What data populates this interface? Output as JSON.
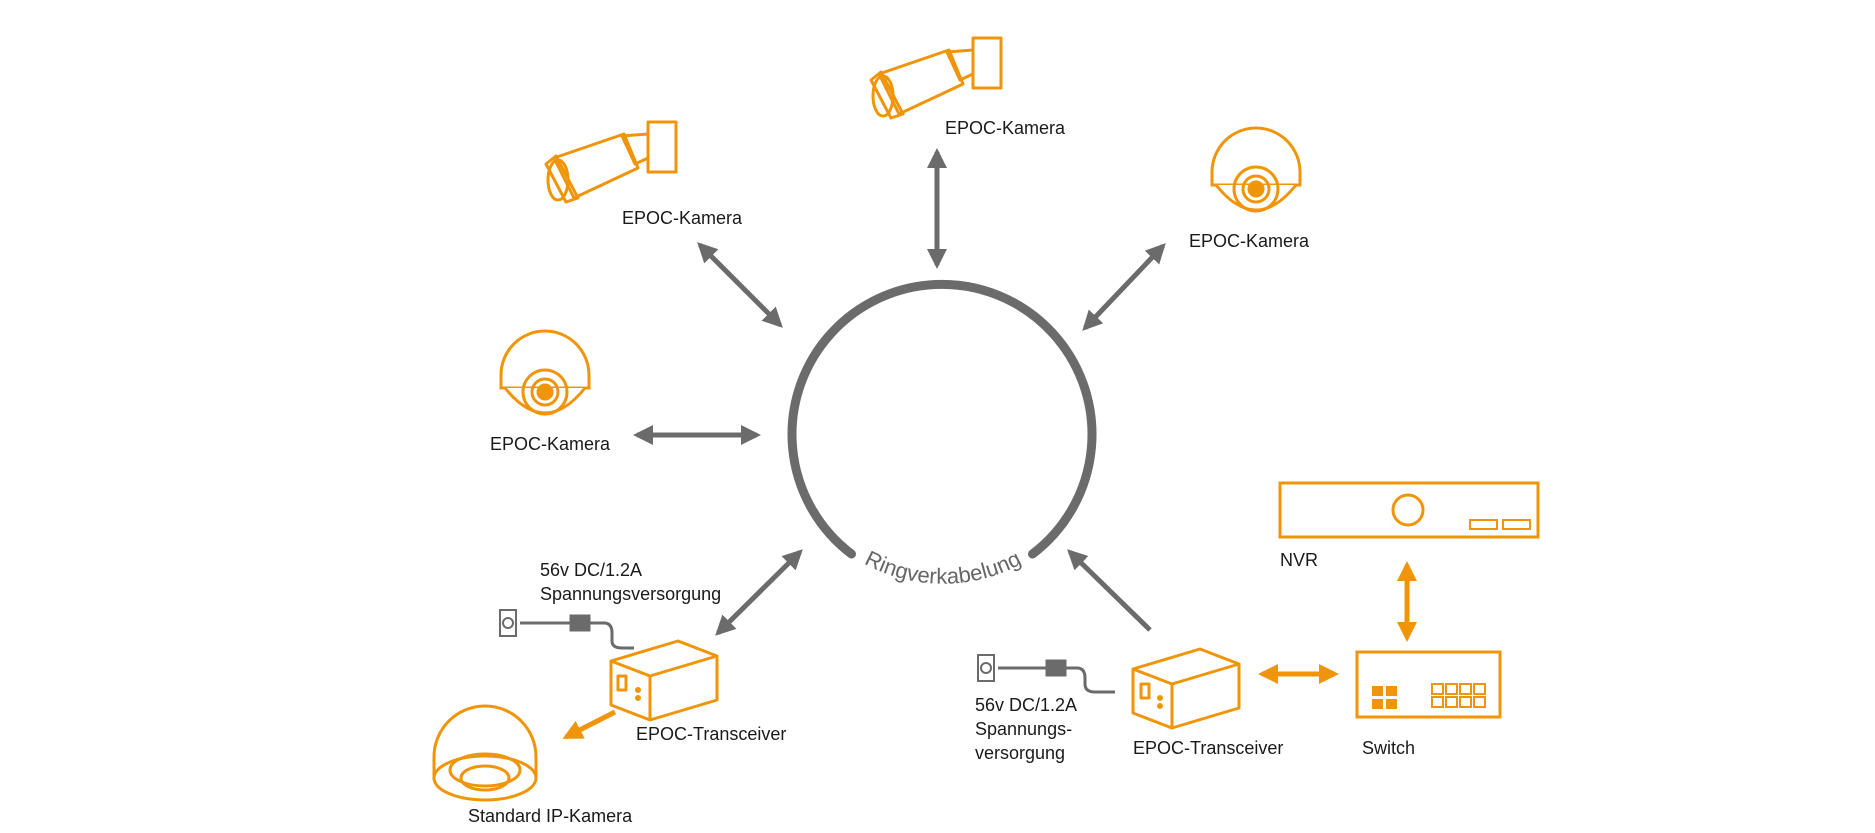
{
  "colors": {
    "accent": "#f0950a",
    "gray": "#6b6b6b",
    "text": "#1a1a1a"
  },
  "ring_label": "Ringverkabelung",
  "cameras": [
    {
      "label": "EPOC-Kamera",
      "icon": "bullet-camera-icon"
    },
    {
      "label": "EPOC-Kamera",
      "icon": "bullet-camera-icon"
    },
    {
      "label": "EPOC-Kamera",
      "icon": "dome-camera-icon"
    },
    {
      "label": "EPOC-Kamera",
      "icon": "dome-camera-icon"
    }
  ],
  "left_branch": {
    "power_line1": "56v DC/1.2A",
    "power_line2": "Spannungsversorgung",
    "transceiver": "EPOC-Transceiver",
    "ip_camera": "Standard IP-Kamera"
  },
  "right_branch": {
    "power_line1": "56v DC/1.2A",
    "power_line2": "Spannungs-",
    "power_line3": "versorgung",
    "transceiver": "EPOC-Transceiver",
    "switch": "Switch",
    "nvr": "NVR"
  }
}
